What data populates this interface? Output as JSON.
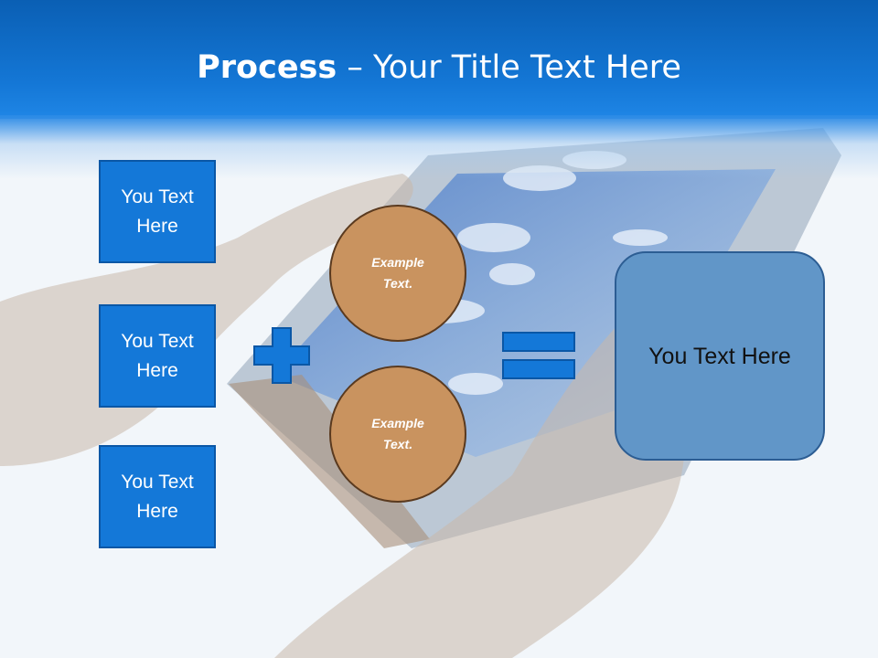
{
  "slide": {
    "title_bold": "Process",
    "title_rest": " – Your Title Text Here",
    "left_boxes": [
      {
        "text": "You Text Here"
      },
      {
        "text": "You Text Here"
      },
      {
        "text": "You Text Here"
      }
    ],
    "circles": [
      {
        "text": "Example Text."
      },
      {
        "text": "Example Text."
      }
    ],
    "plus_icon": "plus-icon",
    "equals_icon": "equals-icon",
    "result_box": {
      "text": "You Text Here"
    }
  },
  "colors": {
    "header": "#1477d6",
    "box_fill": "#1478d8",
    "circle_fill": "#c9935f",
    "result_fill": "#6196c8"
  }
}
